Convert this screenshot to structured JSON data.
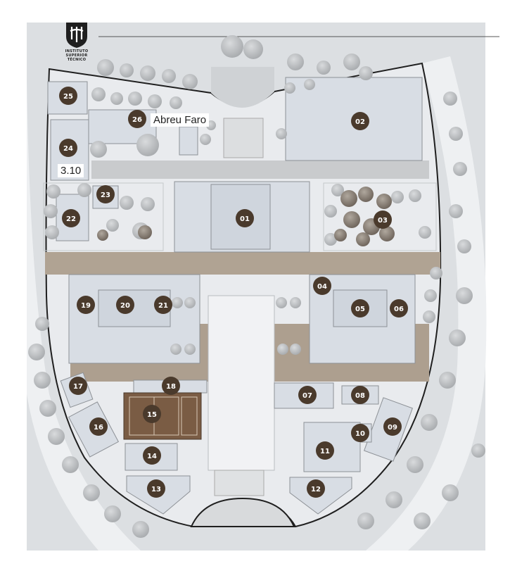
{
  "map": {
    "logo": {
      "lines": [
        "INSTITUTO",
        "SUPERIOR",
        "TÉCNICO"
      ],
      "icon": "ist-logo-icon"
    },
    "labels": {
      "street": "Abreu Faro",
      "room": "3.10"
    },
    "buildings": [
      "01",
      "02",
      "03",
      "04",
      "05",
      "06",
      "07",
      "08",
      "09",
      "10",
      "11",
      "12",
      "13",
      "14",
      "15",
      "16",
      "17",
      "18",
      "19",
      "20",
      "21",
      "22",
      "23",
      "24",
      "25",
      "26"
    ],
    "colors": {
      "background": "#ffffff",
      "grounds": "#e6e8ea",
      "paths": "#c9ccd0",
      "buildings": "#d6dbe2",
      "plaza": "#a8998a",
      "marker": "#4a3a2c",
      "court": "#7a5c44",
      "trees": "#b5b8bb"
    }
  }
}
